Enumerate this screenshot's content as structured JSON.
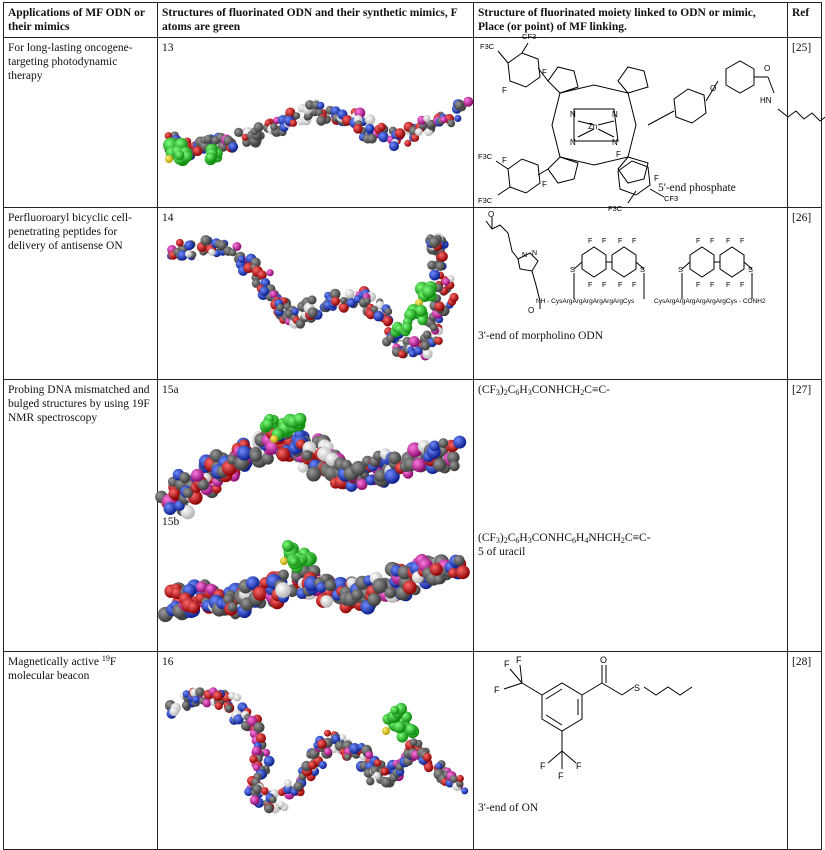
{
  "headers": {
    "applications": "Applications of MF ODN or their mimics",
    "structures": "Structures of fluorinated ODN and their synthetic mimics, F atoms are green",
    "moiety": "Structure of fluorinated moiety linked to ODN or mimic, Place (or point) of MF linking.",
    "ref": "Ref"
  },
  "rows": [
    {
      "application": "For long-lasting oncogene-targeting photodynamic therapy",
      "compound": "13",
      "moiety_caption": "5'-end phosphate",
      "chem_labels": {
        "zn": "Zn",
        "o": "O",
        "nh": "HN",
        "n": "N",
        "f": "F",
        "cf3": "CF3",
        "f3c": "F3C"
      },
      "ref": "[25]"
    },
    {
      "application": "Perfluoroaryl bicyclic cell-penetrating peptides for delivery of antisense ON",
      "compound": "14",
      "moiety_caption": "3'-end of morpholino ODN",
      "chem_labels": {
        "peptide1": "NH - CysArgArgArgArgArgArgCys",
        "peptide2": "CysArgArgArgArgArgArgCys - CONH2",
        "s": "S",
        "f": "F",
        "o": "O",
        "n": "N"
      },
      "ref": "[26]"
    },
    {
      "application": "Probing DNA mismatched and bulged structures by using 19F NMR spectroscopy",
      "compound_a": "15a",
      "compound_b": "15b",
      "formula_a": "(CF3)2C6H3CONHCH2C≡C-",
      "formula_b": "(CF3)2C6H3CONHC6H4NHCH2C≡C-",
      "formula_b_note": "5 of uracil",
      "ref": "[27]"
    },
    {
      "application": "Magnetically active 19F molecular beacon",
      "compound": "16",
      "moiety_caption": "3'-end of ON",
      "chem_labels": {
        "f": "F",
        "o": "O",
        "s": "S"
      },
      "ref": "[28]"
    }
  ]
}
